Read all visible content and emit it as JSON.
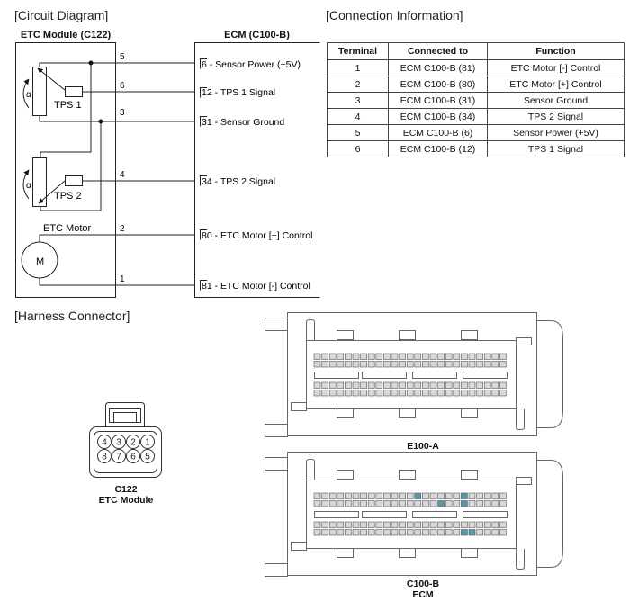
{
  "sections": {
    "circuit_diagram": "[Circuit Diagram]",
    "connection_information": "[Connection Information]",
    "harness_connector": "[Harness Connector]"
  },
  "circuit": {
    "left_box_title": "ETC Module (C122)",
    "right_box_title": "ECM (C100-B)",
    "components": {
      "tps1": "TPS 1",
      "tps2": "TPS 2",
      "motor_label": "ETC Motor",
      "motor_symbol": "M",
      "angle_symbol": "α"
    },
    "wires": [
      {
        "module_pin": "5",
        "ecm_pin": "6",
        "ecm_label": " - Sensor Power (+5V)"
      },
      {
        "module_pin": "6",
        "ecm_pin": "12",
        "ecm_label": " - TPS 1 Signal"
      },
      {
        "module_pin": "3",
        "ecm_pin": "31",
        "ecm_label": " - Sensor Ground"
      },
      {
        "module_pin": "4",
        "ecm_pin": "34",
        "ecm_label": " - TPS 2 Signal"
      },
      {
        "module_pin": "2",
        "ecm_pin": "80",
        "ecm_label": " - ETC Motor [+] Control"
      },
      {
        "module_pin": "1",
        "ecm_pin": "81",
        "ecm_label": " - ETC Motor [-] Control"
      }
    ]
  },
  "connection_table": {
    "headers": [
      "Terminal",
      "Connected to",
      "Function"
    ],
    "rows": [
      [
        "1",
        "ECM C100-B (81)",
        "ETC Motor [-] Control"
      ],
      [
        "2",
        "ECM C100-B (80)",
        "ETC Motor [+] Control"
      ],
      [
        "3",
        "ECM C100-B (31)",
        "Sensor Ground"
      ],
      [
        "4",
        "ECM C100-B (34)",
        "TPS 2 Signal"
      ],
      [
        "5",
        "ECM C100-B (6)",
        "Sensor Power (+5V)"
      ],
      [
        "6",
        "ECM C100-B (12)",
        "TPS 1 Signal"
      ]
    ]
  },
  "harness": {
    "c122": {
      "name": "C122",
      "subtitle": "ETC Module",
      "pins_top": [
        "4",
        "3",
        "2",
        "1"
      ],
      "pins_bottom": [
        "8",
        "7",
        "6",
        "5"
      ]
    },
    "e100a": {
      "name": "E100-A",
      "highlighted_pins": []
    },
    "c100b": {
      "name": "C100-B",
      "subtitle": "ECM",
      "highlighted_pins": [
        12,
        6,
        34,
        31,
        81,
        80
      ]
    },
    "highlight_color": "#5a98a8",
    "pin_fill": "#d8d8d8"
  }
}
